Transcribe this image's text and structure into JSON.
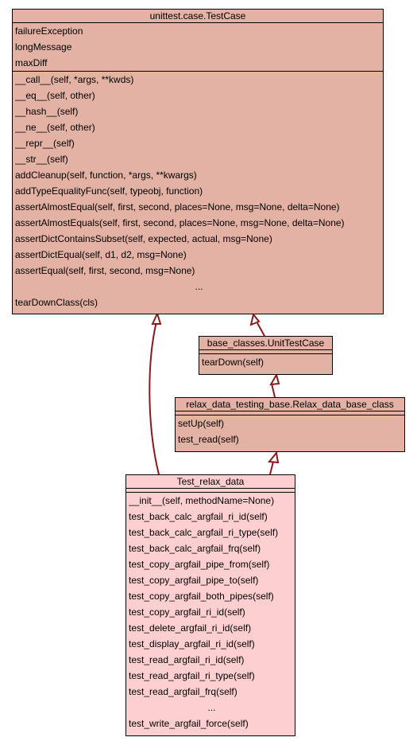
{
  "classes": {
    "testcase": {
      "name": "unittest.case.TestCase",
      "attributes": [
        "failureException",
        "longMessage",
        "maxDiff"
      ],
      "methods": [
        "__call__(self, *args, **kwds)",
        "__eq__(self, other)",
        "__hash__(self)",
        "__ne__(self, other)",
        "__repr__(self)",
        "__str__(self)",
        "addCleanup(self, function, *args, **kwargs)",
        "addTypeEqualityFunc(self, typeobj, function)",
        "assertAlmostEqual(self, first, second, places=None, msg=None, delta=None)",
        "assertAlmostEquals(self, first, second, places=None, msg=None, delta=None)",
        "assertDictContainsSubset(self, expected, actual, msg=None)",
        "assertDictEqual(self, d1, d2, msg=None)",
        "assertEqual(self, first, second, msg=None)",
        "...",
        "tearDownClass(cls)"
      ]
    },
    "unittestcase": {
      "name": "base_classes.UnitTestCase",
      "methods": [
        "tearDown(self)"
      ]
    },
    "relaxbase": {
      "name": "relax_data_testing_base.Relax_data_base_class",
      "methods": [
        "setUp(self)",
        "test_read(self)"
      ]
    },
    "testrelax": {
      "name": "Test_relax_data",
      "methods": [
        "__init__(self, methodName=None)",
        "test_back_calc_argfail_ri_id(self)",
        "test_back_calc_argfail_ri_type(self)",
        "test_back_calc_argfail_frq(self)",
        "test_copy_argfail_pipe_from(self)",
        "test_copy_argfail_pipe_to(self)",
        "test_copy_argfail_both_pipes(self)",
        "test_copy_argfail_ri_id(self)",
        "test_delete_argfail_ri_id(self)",
        "test_display_argfail_ri_id(self)",
        "test_read_argfail_ri_id(self)",
        "test_read_argfail_ri_type(self)",
        "test_read_argfail_frq(self)",
        "...",
        "test_write_argfail_force(self)"
      ]
    }
  },
  "colors": {
    "base_fill": "#e3b2a4",
    "focus_fill": "#fecfd0",
    "edge": "#8b1a1a"
  }
}
